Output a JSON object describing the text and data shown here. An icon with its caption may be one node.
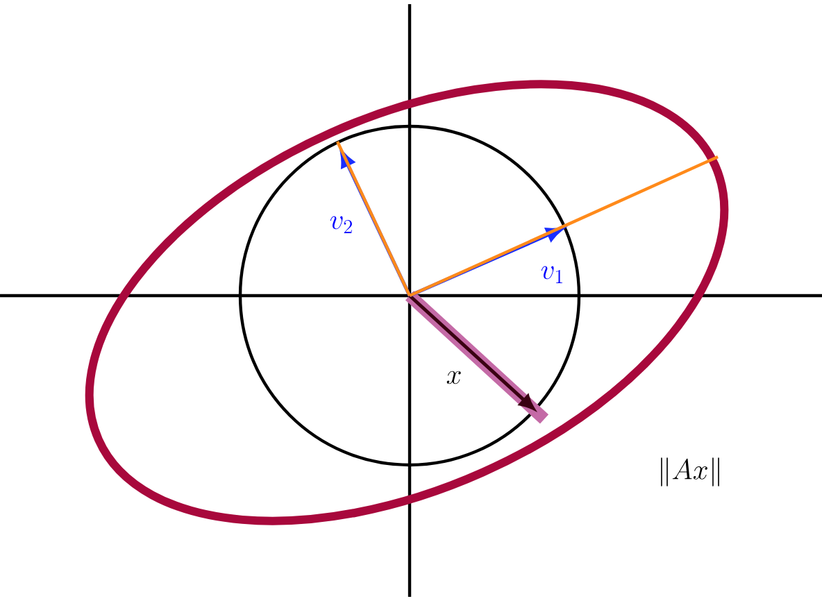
{
  "diagram": {
    "labels": [
      "v_2",
      "v_1",
      "x",
      "\\|Ax\\|"
    ]
  }
}
